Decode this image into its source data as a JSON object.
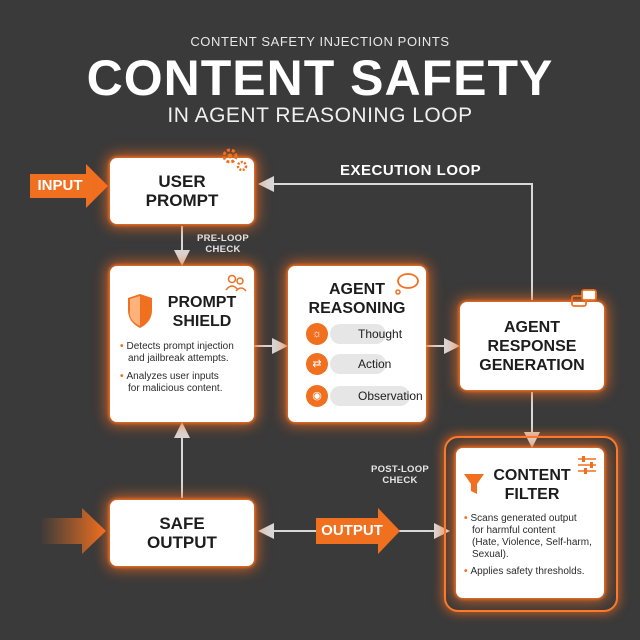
{
  "header": {
    "kicker": "CONTENT SAFETY INJECTION POINTS",
    "title": "CONTENT SAFETY",
    "subtitle": "IN AGENT REASONING LOOP"
  },
  "nodes": {
    "user_prompt": {
      "line1": "USER",
      "line2": "PROMPT"
    },
    "prompt_shield": {
      "line1": "PROMPT",
      "line2": "SHIELD",
      "bullets": [
        {
          "l1": "Detects prompt injection",
          "l2": "and jailbreak attempts."
        },
        {
          "l1": "Analyzes user inputs",
          "l2": "for malicious content."
        }
      ]
    },
    "agent_reasoning": {
      "line1": "AGENT",
      "line2": "REASONING",
      "steps": [
        "Thought",
        "Action",
        "Observation"
      ]
    },
    "agent_response": {
      "line1": "AGENT",
      "line2": "RESPONSE",
      "line3": "GENERATION"
    },
    "content_filter": {
      "line1": "CONTENT",
      "line2": "FILTER",
      "bullets": [
        {
          "lines": [
            "Scans generated output",
            "for harmful content",
            "(Hate, Violence, Self-harm,",
            "Sexual)."
          ]
        },
        {
          "lines": [
            "Applies safety thresholds."
          ]
        }
      ]
    },
    "safe_output": {
      "line1": "SAFE",
      "line2": "OUTPUT"
    }
  },
  "labels": {
    "input": "INPUT",
    "output": "OUTPUT",
    "execution_loop": "EXECUTION LOOP",
    "pre_loop_l1": "PRE-LOOP",
    "pre_loop_l2": "CHECK",
    "post_loop_l1": "POST-LOOP",
    "post_loop_l2": "CHECK"
  },
  "colors": {
    "accent": "#f07020",
    "background": "#3a3a3a",
    "card": "#ffffff"
  },
  "icons": [
    "gear-icon",
    "users-icon",
    "shield-icon",
    "thought-bubble-icon",
    "chat-bubbles-icon",
    "filter-funnel-icon",
    "sliders-icon",
    "lightbulb-icon",
    "arrows-icon",
    "eye-icon"
  ]
}
